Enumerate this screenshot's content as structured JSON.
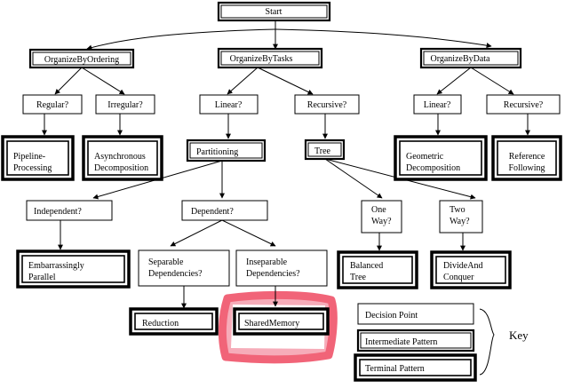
{
  "nodes": {
    "start": "Start",
    "organize_by_ordering": "OrganizeByOrdering",
    "organize_by_tasks": "OrganizeByTasks",
    "organize_by_data": "OrganizeByData",
    "regular": "Regular?",
    "irregular": "Irregular?",
    "linear_tasks": "Linear?",
    "recursive_tasks": "Recursive?",
    "linear_data": "Linear?",
    "recursive_data": "Recursive?",
    "pipeline_processing": [
      "Pipeline-",
      "Processing"
    ],
    "asynchronous_decomposition": [
      "Asynchronous",
      "Decomposition"
    ],
    "partitioning": "Partitioning",
    "tree": "Tree",
    "geometric_decomposition": [
      "Geometric",
      "Decomposition"
    ],
    "reference_following": [
      "Reference",
      "Following"
    ],
    "independent": "Independent?",
    "dependent": "Dependent?",
    "one_way": [
      "One",
      "Way?"
    ],
    "two_way": [
      "Two",
      "Way?"
    ],
    "embarrassingly_parallel": [
      "Embarrassingly",
      "Parallel"
    ],
    "separable_dependencies": [
      "Separable",
      "Dependencies?"
    ],
    "inseparable_dependencies": [
      "Inseparable",
      "Dependencies?"
    ],
    "balanced_tree": [
      "Balanced",
      "Tree"
    ],
    "divide_and_conquer": [
      "DivideAnd",
      "Conquer"
    ],
    "reduction": "Reduction",
    "shared_memory": "SharedMemory"
  },
  "key": {
    "decision_point": "Decision Point",
    "intermediate_pattern": "Intermediate Pattern",
    "terminal_pattern": "Terminal Pattern",
    "label": "Key"
  },
  "colors": {
    "highlight": "#f0546a",
    "ink": "#000000",
    "background": "#ffffff"
  }
}
